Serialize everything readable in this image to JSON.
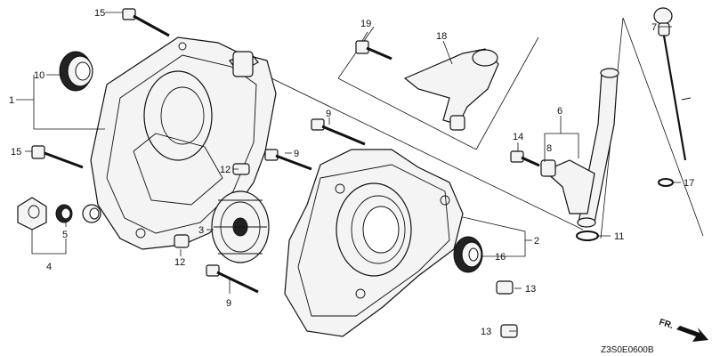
{
  "diagram": {
    "code": "Z3S0E0600B",
    "direction_label": "FR.",
    "callouts": {
      "c1": "1",
      "c2": "2",
      "c3": "3",
      "c4": "4",
      "c5": "5",
      "c6": "6",
      "c7": "7",
      "c8": "8",
      "c9a": "9",
      "c9b": "9",
      "c9c": "9",
      "c10": "10",
      "c11": "11",
      "c12a": "12",
      "c12b": "12",
      "c13a": "13",
      "c13b": "13",
      "c14": "14",
      "c15a": "15",
      "c15b": "15",
      "c16": "16",
      "c17": "17",
      "c18": "18",
      "c19": "19"
    }
  }
}
